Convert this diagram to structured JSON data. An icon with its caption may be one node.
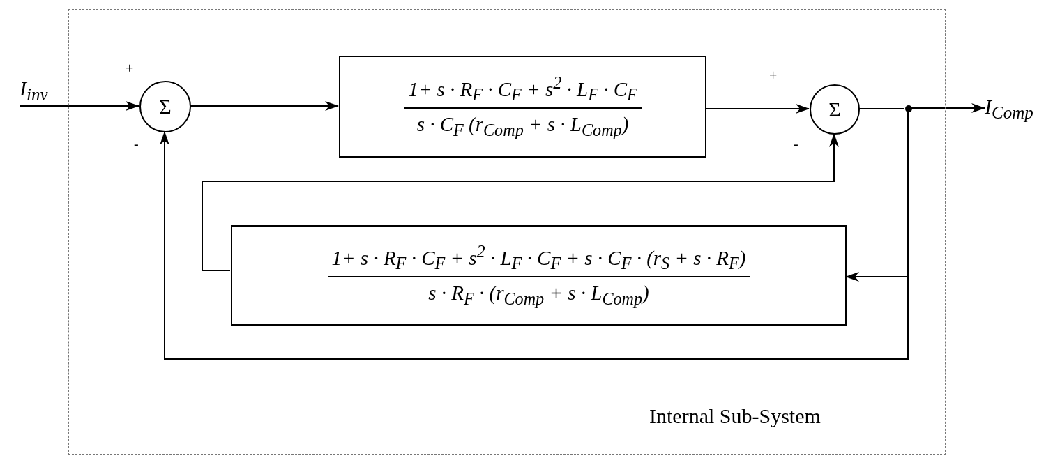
{
  "diagram": {
    "nodes": [
      {
        "text": [
          "Internal Sub-System"
        ]
      },
      {
        "text": [
          "I$_{inv}$"
        ]
      },
      {
        "text": [
          "Σ"
        ],
        "in": 0
      },
      {
        "text": [
          "1+ s · R$_{F}$ · C$_{F}$ + s$^{2}$ · L$_{F}$ · C$_{F}$",
          "s · C$_{F}$ (r$_{Comp}$ + s · L$_{Comp}$)"
        ],
        "in": 0
      },
      {
        "text": [
          "Σ"
        ],
        "in": 0
      },
      {
        "text": [],
        "shape": "circle",
        "in": 0
      },
      {
        "text": [
          "I$_{Comp}$"
        ]
      },
      {
        "text": [
          "1+ s · R$_{F}$ · C$_{F}$ + s$^{2}$ · L$_{F}$ · C$_{F}$ + s · C$_{F}$ · (r$_{S}$ + s · R$_{F}$)",
          "s · R$_{F}$ · (r$_{Comp}$ + s · L$_{Comp}$)"
        ],
        "in": 0
      }
    ],
    "edges": [
      {
        "from": 1,
        "to": 2,
        "arrow": "to"
      },
      {
        "from": 2,
        "to": 3,
        "arrow": "to"
      },
      {
        "from": 3,
        "to": 4,
        "arrow": "to"
      },
      {
        "from": 4,
        "to": 5,
        "arrow": "none"
      },
      {
        "from": 5,
        "to": 6,
        "arrow": "to"
      },
      {
        "from": 5,
        "to": 7,
        "arrow": "to"
      },
      {
        "from": 7,
        "to": 4,
        "arrow": "to"
      },
      {
        "from": 5,
        "to": 2,
        "arrow": "to"
      }
    ],
    "labels": [
      "+",
      "-",
      "+",
      "-"
    ]
  }
}
